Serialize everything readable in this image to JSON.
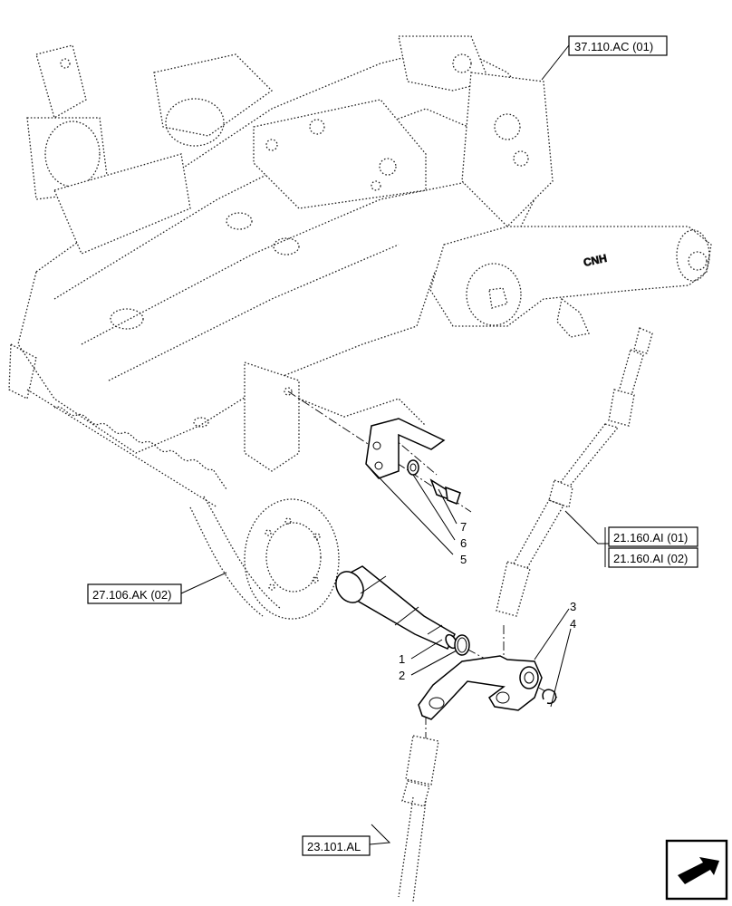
{
  "references": {
    "top_right": "37.110.AC (01)",
    "right_1": "21.160.AI (01)",
    "right_2": "21.160.AI (02)",
    "left": "27.106.AK (02)",
    "bottom": "23.101.AL"
  },
  "callouts": [
    "1",
    "2",
    "3",
    "4",
    "5",
    "6",
    "7"
  ],
  "housing_logo": "CNH",
  "icons": {
    "nav": "next-page-arrow-icon"
  }
}
